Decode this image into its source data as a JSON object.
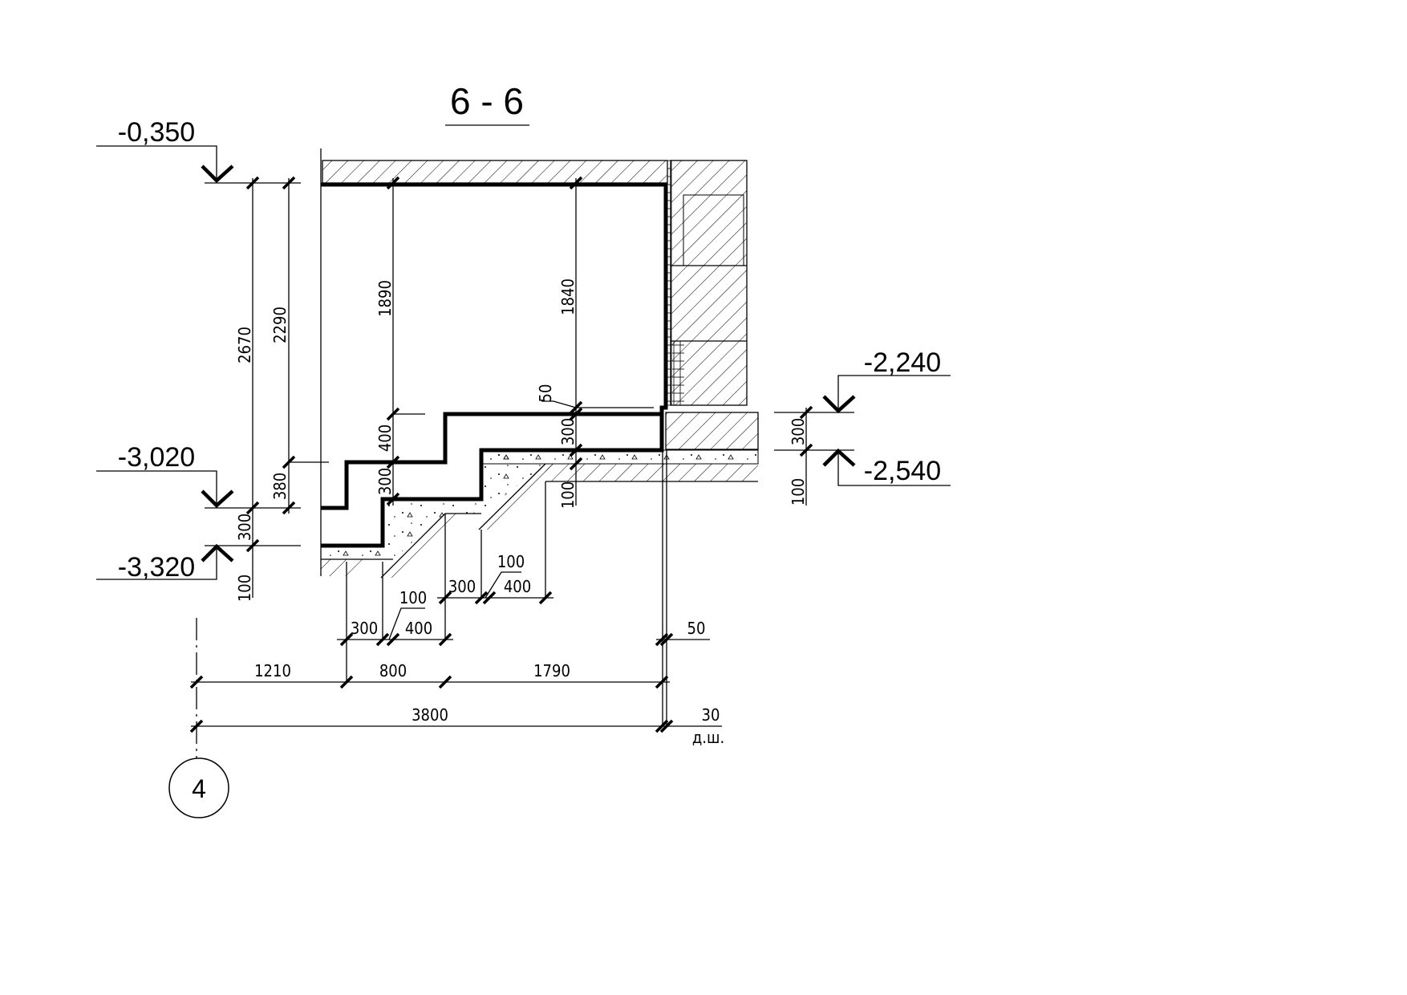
{
  "title": "6 - 6",
  "levels": {
    "top": "-0,350",
    "lower_landing": "-3,020",
    "lower_floor": "-3,320",
    "upper_landing": "-2,240",
    "upper_floor": "-2,540"
  },
  "vertical_dims": {
    "total_2670": "2670",
    "d2290": "2290",
    "d300_low": "300",
    "d100_low": "100",
    "d380": "380",
    "d1890": "1890",
    "d400": "400",
    "d300_mid": "300",
    "d1840": "1840",
    "d50": "50",
    "d300_upper": "300",
    "d100_upper": "100",
    "d300_right": "300",
    "d100_right": "100"
  },
  "horizontal_dims": {
    "d1210": "1210",
    "d800": "800",
    "d1790": "1790",
    "d3800": "3800",
    "d30": "30",
    "wall_note": "д.ш.",
    "d300_a": "300",
    "d400_a": "400",
    "d100_a": "100",
    "d300_b": "300",
    "d400_b": "400",
    "d100_b": "100",
    "d50_b": "50"
  },
  "axis": {
    "label": "4"
  }
}
